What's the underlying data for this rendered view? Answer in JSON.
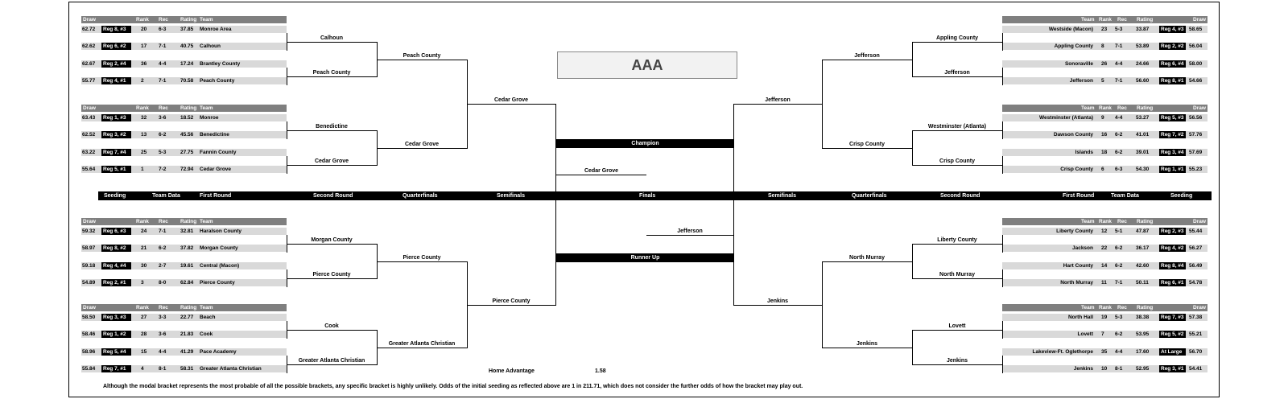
{
  "title": "AAA",
  "headers": {
    "draw": "Draw",
    "rank": "Rank",
    "rec": "Rec",
    "rating": "Rating",
    "team": "Team"
  },
  "center": {
    "champion_label": "Champion",
    "champion": "Cedar Grove",
    "runner_up_label": "Runner Up",
    "runner_up": "Jefferson"
  },
  "bar": {
    "seeding_l": "Seeding",
    "team_data_l": "Team Data",
    "first_l": "First Round",
    "second_l": "Second Round",
    "qf_l": "Quarterfinals",
    "sf_l": "Semifinals",
    "finals": "Finals",
    "sf_r": "Semifinals",
    "qf_r": "Quarterfinals",
    "second_r": "Second Round",
    "first_r": "First Round",
    "team_data_r": "Team Data",
    "seeding_r": "Seeding"
  },
  "home_advantage_label": "Home Advantage",
  "home_advantage_value": "1.58",
  "note": "Although the modal bracket represents the most probable of all the possible brackets, any specific bracket is highly unlikely.  Odds of the initial seeding as reflected above are 1 in 211.71, which does not consider the further odds of how the bracket may play out.",
  "left_teams": [
    {
      "draw": "62.72",
      "reg": "Reg 8, #3",
      "rank": "20",
      "rec": "6-3",
      "rating": "37.85",
      "team": "Monroe Area"
    },
    {
      "draw": "62.62",
      "reg": "Reg 6, #2",
      "rank": "17",
      "rec": "7-1",
      "rating": "40.75",
      "team": "Calhoun"
    },
    {
      "draw": "62.67",
      "reg": "Reg 2, #4",
      "rank": "36",
      "rec": "4-4",
      "rating": "17.24",
      "team": "Brantley County"
    },
    {
      "draw": "55.77",
      "reg": "Reg 4, #1",
      "rank": "2",
      "rec": "7-1",
      "rating": "70.58",
      "team": "Peach County"
    },
    {
      "draw": "63.43",
      "reg": "Reg 1, #3",
      "rank": "32",
      "rec": "3-6",
      "rating": "18.52",
      "team": "Monroe"
    },
    {
      "draw": "62.52",
      "reg": "Reg 3, #2",
      "rank": "13",
      "rec": "6-2",
      "rating": "45.56",
      "team": "Benedictine"
    },
    {
      "draw": "63.22",
      "reg": "Reg 7, #4",
      "rank": "25",
      "rec": "5-3",
      "rating": "27.75",
      "team": "Fannin County"
    },
    {
      "draw": "55.64",
      "reg": "Reg 5, #1",
      "rank": "1",
      "rec": "7-2",
      "rating": "72.94",
      "team": "Cedar Grove"
    },
    {
      "draw": "59.32",
      "reg": "Reg 6, #3",
      "rank": "24",
      "rec": "7-1",
      "rating": "32.81",
      "team": "Haralson County"
    },
    {
      "draw": "58.97",
      "reg": "Reg 8, #2",
      "rank": "21",
      "rec": "6-2",
      "rating": "37.82",
      "team": "Morgan County"
    },
    {
      "draw": "59.18",
      "reg": "Reg 4, #4",
      "rank": "30",
      "rec": "2-7",
      "rating": "19.61",
      "team": "Central (Macon)"
    },
    {
      "draw": "54.89",
      "reg": "Reg 2, #1",
      "rank": "3",
      "rec": "8-0",
      "rating": "62.84",
      "team": "Pierce County"
    },
    {
      "draw": "58.50",
      "reg": "Reg 3, #3",
      "rank": "27",
      "rec": "3-3",
      "rating": "22.77",
      "team": "Beach"
    },
    {
      "draw": "58.46",
      "reg": "Reg 1, #2",
      "rank": "28",
      "rec": "3-6",
      "rating": "21.83",
      "team": "Cook"
    },
    {
      "draw": "58.96",
      "reg": "Reg 5, #4",
      "rank": "15",
      "rec": "4-4",
      "rating": "41.29",
      "team": "Pace Academy"
    },
    {
      "draw": "55.84",
      "reg": "Reg 7, #1",
      "rank": "4",
      "rec": "8-1",
      "rating": "58.31",
      "team": "Greater Atlanta Christian"
    }
  ],
  "right_teams": [
    {
      "draw": "58.65",
      "reg": "Reg 4, #3",
      "rank": "23",
      "rec": "5-3",
      "rating": "33.87",
      "team": "Westside (Macon)"
    },
    {
      "draw": "56.04",
      "reg": "Reg 2, #2",
      "rank": "8",
      "rec": "7-1",
      "rating": "53.89",
      "team": "Appling County"
    },
    {
      "draw": "58.00",
      "reg": "Reg 6, #4",
      "rank": "26",
      "rec": "4-4",
      "rating": "24.66",
      "team": "Sonoraville"
    },
    {
      "draw": "54.66",
      "reg": "Reg 8, #1",
      "rank": "5",
      "rec": "7-1",
      "rating": "56.60",
      "team": "Jefferson"
    },
    {
      "draw": "56.56",
      "reg": "Reg 5, #3",
      "rank": "9",
      "rec": "4-4",
      "rating": "53.27",
      "team": "Westminster (Atlanta)"
    },
    {
      "draw": "57.76",
      "reg": "Reg 7, #2",
      "rank": "16",
      "rec": "6-2",
      "rating": "41.01",
      "team": "Dawson County"
    },
    {
      "draw": "57.69",
      "reg": "Reg 3, #4",
      "rank": "18",
      "rec": "6-2",
      "rating": "39.01",
      "team": "Islands"
    },
    {
      "draw": "55.23",
      "reg": "Reg 1, #1",
      "rank": "6",
      "rec": "6-3",
      "rating": "54.30",
      "team": "Crisp County"
    },
    {
      "draw": "55.44",
      "reg": "Reg 2, #3",
      "rank": "12",
      "rec": "5-1",
      "rating": "47.87",
      "team": "Liberty County"
    },
    {
      "draw": "56.27",
      "reg": "Reg 4, #2",
      "rank": "22",
      "rec": "6-2",
      "rating": "36.17",
      "team": "Jackson"
    },
    {
      "draw": "56.49",
      "reg": "Reg 8, #4",
      "rank": "14",
      "rec": "6-2",
      "rating": "42.60",
      "team": "Hart County"
    },
    {
      "draw": "54.78",
      "reg": "Reg 6, #1",
      "rank": "11",
      "rec": "7-1",
      "rating": "50.11",
      "team": "North Murray"
    },
    {
      "draw": "57.38",
      "reg": "Reg 7, #3",
      "rank": "19",
      "rec": "5-3",
      "rating": "38.38",
      "team": "North Hall"
    },
    {
      "draw": "55.21",
      "reg": "Reg 5, #2",
      "rank": "7",
      "rec": "6-2",
      "rating": "53.95",
      "team": "Lovett"
    },
    {
      "draw": "56.70",
      "reg": "At Large",
      "rank": "35",
      "rec": "4-4",
      "rating": "17.60",
      "team": "Lakeview-Ft. Oglethorpe"
    },
    {
      "draw": "54.41",
      "reg": "Reg 3, #1",
      "rank": "10",
      "rec": "8-1",
      "rating": "52.95",
      "team": "Jenkins"
    }
  ],
  "left_r2": [
    "Calhoun",
    "Peach County",
    "Benedictine",
    "Cedar Grove",
    "Morgan County",
    "Pierce County",
    "Cook",
    "Greater Atlanta Christian"
  ],
  "left_qf": [
    "Peach County",
    "Cedar Grove",
    "Pierce County",
    "Greater Atlanta Christian"
  ],
  "left_sf": [
    "Cedar Grove",
    "Pierce County"
  ],
  "right_r2": [
    "Appling County",
    "Jefferson",
    "Westminster (Atlanta)",
    "Crisp County",
    "Liberty County",
    "North Murray",
    "Lovett",
    "Jenkins"
  ],
  "right_qf": [
    "Jefferson",
    "Crisp County",
    "North Murray",
    "Jenkins"
  ],
  "right_sf": [
    "Jefferson",
    "Jenkins"
  ],
  "finalists": [
    "Cedar Grove",
    "Jefferson"
  ]
}
